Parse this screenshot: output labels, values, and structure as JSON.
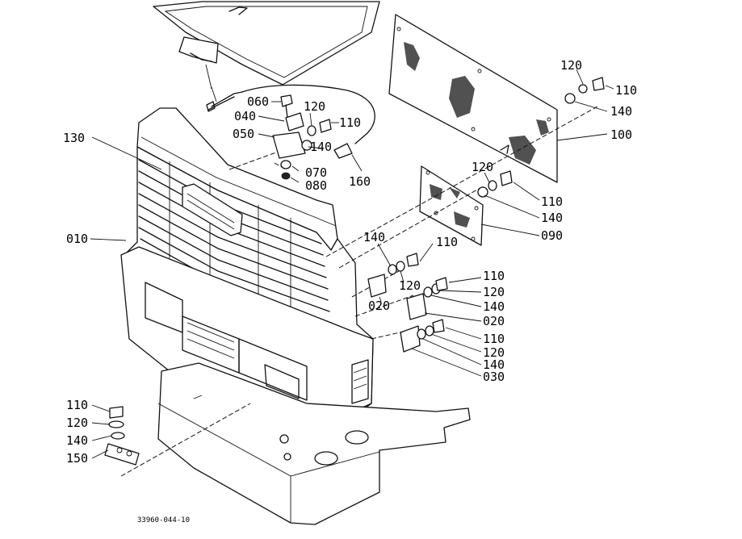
{
  "labels": {
    "l010": "010",
    "l020": "020",
    "l030": "030",
    "l040": "040",
    "l050": "050",
    "l060": "060",
    "l070": "070",
    "l080": "080",
    "l090": "090",
    "l100": "100",
    "l110": "110",
    "l120": "120",
    "l130": "130",
    "l140": "140",
    "l150": "150",
    "l160": "160"
  },
  "drawing_ref": "33960-044-10"
}
